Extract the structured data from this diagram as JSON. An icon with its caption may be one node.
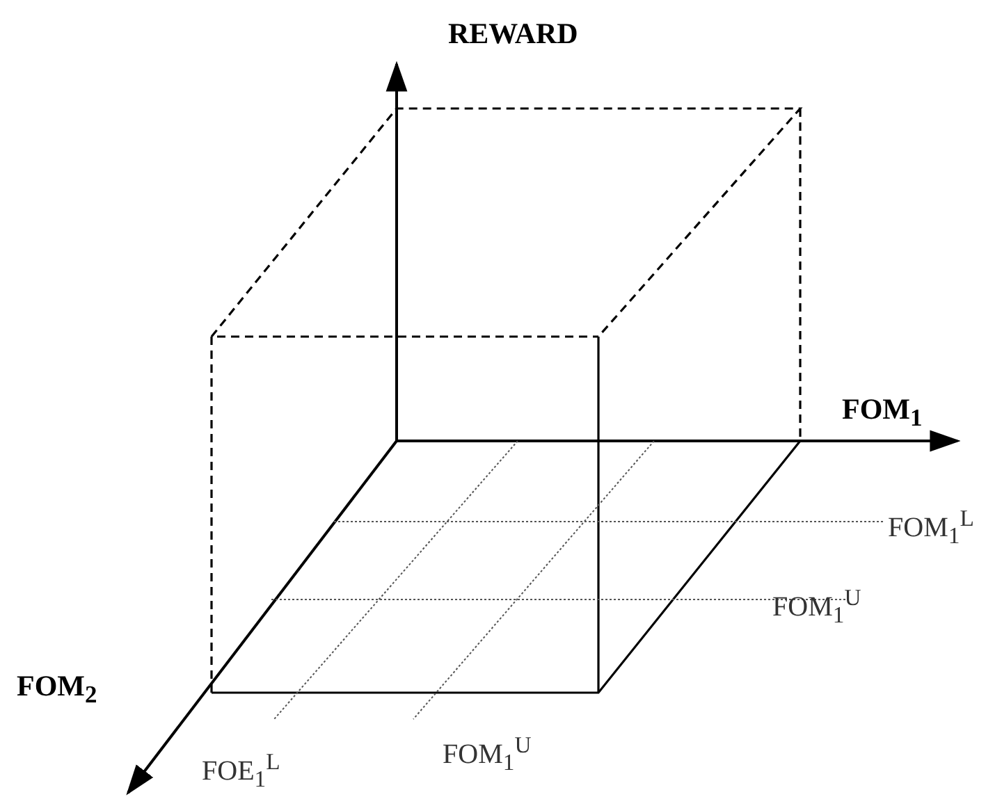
{
  "diagram": {
    "labels": [
      "REWARD",
      "FOM$_{1}$",
      "FOM$_{1}$$^{L}$",
      "FOM$_{1}$$^{U}$",
      "FOM$_{2}$",
      "FOM$_{1}$$^{U}$",
      "FOE$_{1}$$^{L}$"
    ]
  }
}
